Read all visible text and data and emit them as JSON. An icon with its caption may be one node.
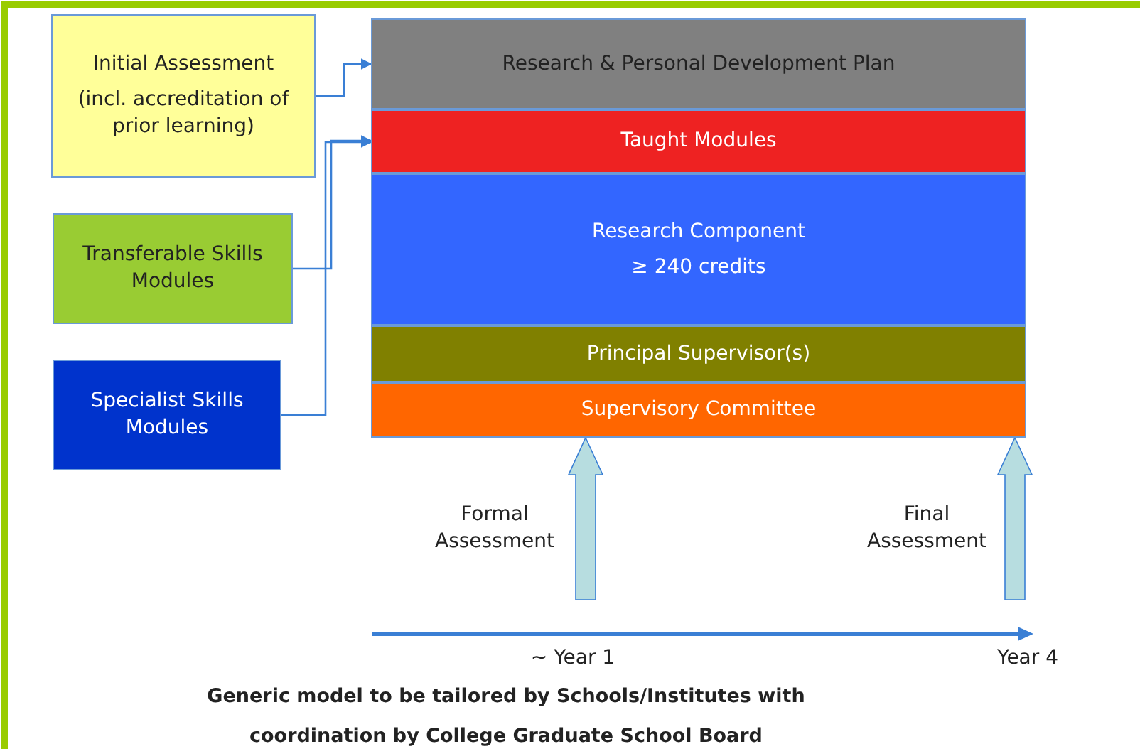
{
  "diagram": {
    "caption": "Generic model to be tailored by Schools/Institutes with coordination by College Graduate School Board",
    "nodes": [
      {
        "text": [
          "Initial Assessment",
          "(incl. accreditation of prior learning)"
        ]
      },
      {
        "text": [
          "Transferable Skills Modules"
        ]
      },
      {
        "text": [
          "Specialist Skills Modules"
        ]
      },
      {
        "text": [
          "Research & Personal Development Plan"
        ]
      },
      {
        "text": [
          "Taught Modules"
        ]
      },
      {
        "text": [
          "Research Component",
          "≥ 240 credits"
        ]
      },
      {
        "text": [
          "Principal Supervisor(s)"
        ]
      },
      {
        "text": [
          "Supervisory Committee"
        ]
      }
    ],
    "edges": [
      {
        "from": 0,
        "to": 3,
        "arrow": "to"
      },
      {
        "from": 1,
        "to": 4,
        "arrow": "to"
      },
      {
        "from": 2,
        "to": 4,
        "arrow": "to"
      },
      {
        "from": null,
        "to": 7,
        "arrow": "to",
        "label": "Formal Assessment",
        "style": "thick",
        "color": "#b7dde0"
      },
      {
        "from": null,
        "to": 7,
        "arrow": "to",
        "label": "Final Assessment",
        "style": "thick",
        "color": "#b7dde0"
      }
    ],
    "labels": [
      "~ Year 1",
      "Year 4"
    ]
  }
}
